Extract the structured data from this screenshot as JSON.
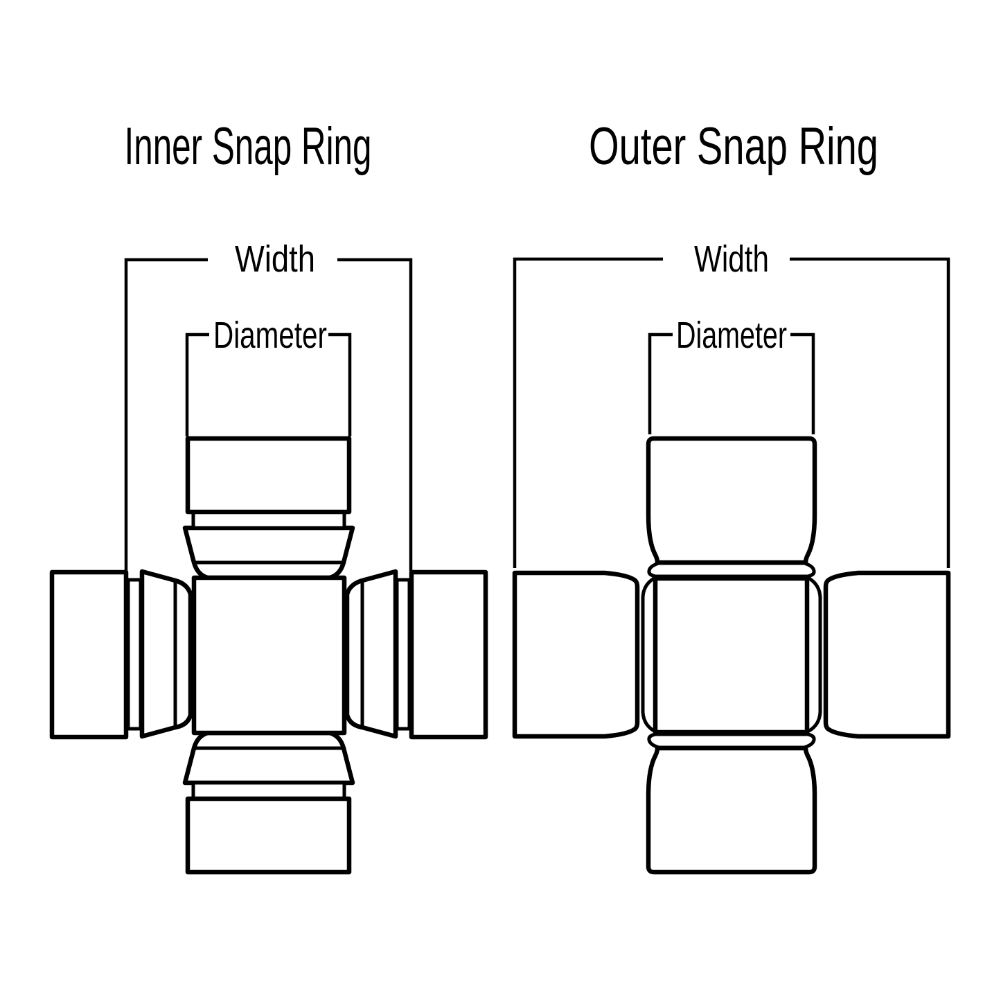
{
  "colors": {
    "ink": "#000000",
    "background": "#ffffff"
  },
  "diagrams": [
    {
      "id": "inner",
      "title": "Inner Snap Ring",
      "width_label": "Width",
      "diameter_label": "Diameter"
    },
    {
      "id": "outer",
      "title": "Outer Snap Ring",
      "width_label": "Width",
      "diameter_label": "Diameter"
    }
  ]
}
